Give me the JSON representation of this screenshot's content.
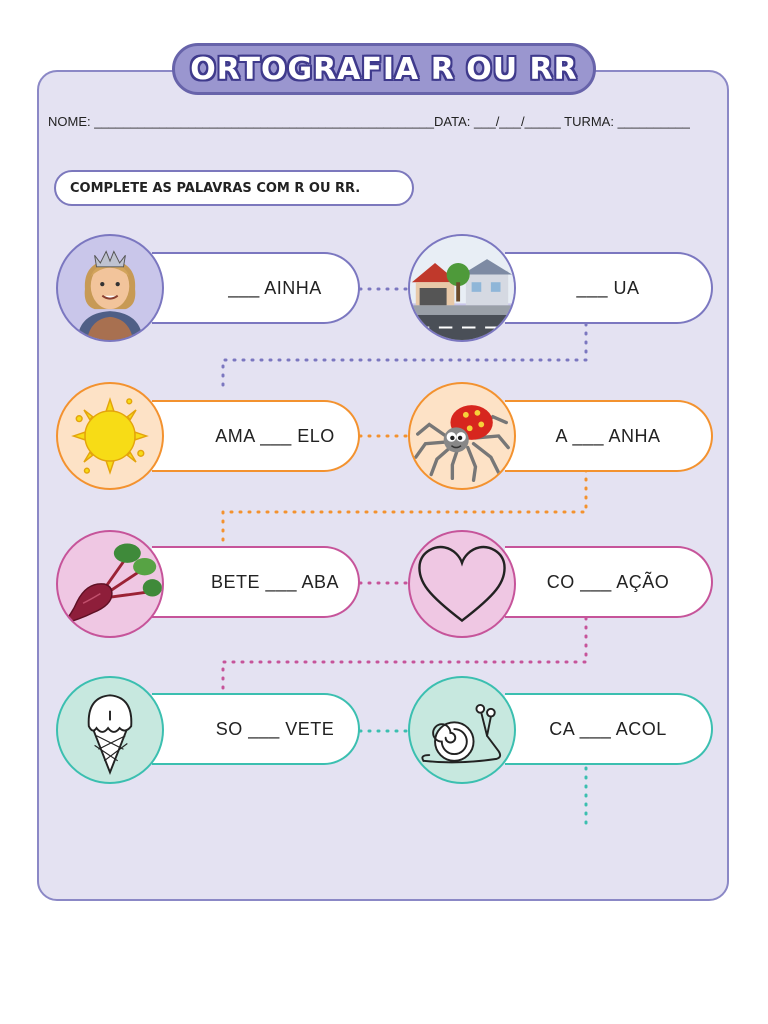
{
  "header": {
    "title": "ORTOGRAFIA R OU RR",
    "info_line": "NOME: _______________________________________________DATA: ___/___/_____ TURMA: __________"
  },
  "instruction": "COMPLETE AS PALAVRAS COM R OU RR.",
  "colors": {
    "row1": "#7b77c0",
    "row2": "#f3922f",
    "row3": "#c6549a",
    "row4": "#3bbfb0",
    "row1_fill": "#c9c6ea",
    "row2_fill": "#fde2c6",
    "row3_fill": "#efc7e3",
    "row4_fill": "#c7e8df"
  },
  "words": [
    {
      "text": "___ AINHA",
      "icon": "queen-icon"
    },
    {
      "text": "___ UA",
      "icon": "street-icon"
    },
    {
      "text": "AMA ___ ELO",
      "icon": "sun-icon"
    },
    {
      "text": "A ___ ANHA",
      "icon": "spider-icon"
    },
    {
      "text": "BETE ___ ABA",
      "icon": "beet-icon"
    },
    {
      "text": "CO ___ AÇÃO",
      "icon": "heart-icon"
    },
    {
      "text": "SO ___ VETE",
      "icon": "ice-cream-icon"
    },
    {
      "text": "CA ___ ACOL",
      "icon": "snail-icon"
    }
  ]
}
